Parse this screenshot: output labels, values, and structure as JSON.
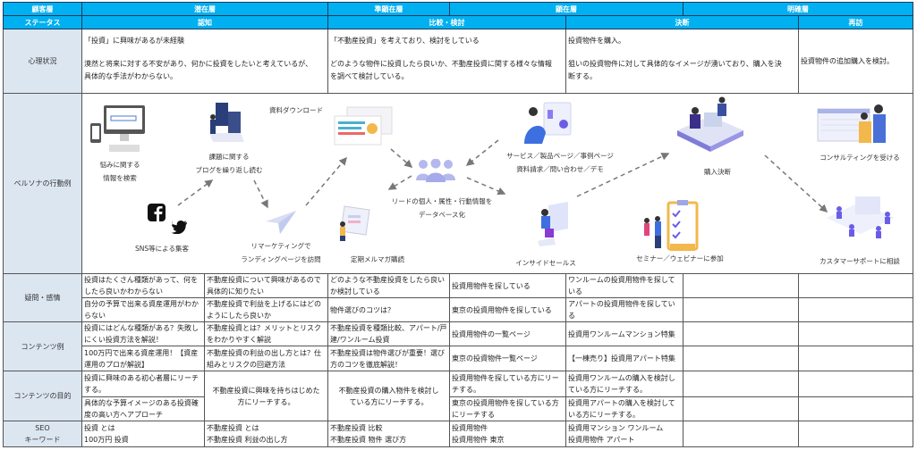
{
  "colors": {
    "header_bg": "#00b0f0",
    "header_text": "#ffffff",
    "label_bg": "#dce6f1",
    "arrow": "#777777"
  },
  "header": {
    "segment_label": "顧客層",
    "segments": [
      "潜在層",
      "準顕在層",
      "顕在層",
      "明確層"
    ],
    "status_label": "ステータス",
    "statuses": [
      "認知",
      "比較・検討",
      "決断",
      "再訪"
    ]
  },
  "psychology": {
    "label": "心理状況",
    "cells": [
      {
        "line1": "「投資」に興味があるが未経験",
        "line2": "漠然と将来に対する不安があり、何かに投資をしたいと考えているが、",
        "line3": "具体的な手法がわからない。"
      },
      {
        "line1": "「不動産投資」を考えており、検討をしている",
        "line2": "どのような物件に投資したら良いか、不動産投資に関する様々な情報",
        "line3": "を調べて検討している。"
      },
      {
        "line1": "投資物件を購入。",
        "line2": "狙いの投資物件に対して具体的なイメージが湧いており、購入を決",
        "line3": "断する。"
      },
      {
        "line1": "投資物件の追加購入を検討。"
      }
    ]
  },
  "persona": {
    "label": "ペルソナの行動例",
    "steps": {
      "search": [
        "悩みに関する",
        "情報を検索"
      ],
      "blog": [
        "課題に関する",
        "ブログを繰り返し読む"
      ],
      "download": "資料ダウンロード",
      "sns": "SNS等による集客",
      "remarketing": [
        "リマーケティングで",
        "ランディングページを訪問"
      ],
      "newsletter": "定期メルマガ購読",
      "database": [
        "リードの個人・属性・行動情報を",
        "データベース化"
      ],
      "service": [
        "サービス／製品ページ／事例ページ",
        "資料請求／問い合わせ／デモ"
      ],
      "inside_sales": "インサイドセールス",
      "purchase": "購入決断",
      "seminar": "セミナー／ウェビナーに参加",
      "consulting": "コンサルティングを受ける",
      "support": "カスタマーサポートに相談"
    },
    "icons": [
      "monitor-search-icon",
      "blog-reading-icon",
      "document-download-icon",
      "facebook-icon",
      "twitter-icon",
      "paper-plane-icon",
      "newsletter-icon",
      "people-group-icon",
      "service-page-icon",
      "inside-sales-icon",
      "purchase-meeting-icon",
      "seminar-clipboard-icon",
      "consulting-icon",
      "customer-support-icon"
    ]
  },
  "doubts": {
    "label": "疑問・感情",
    "rows": [
      [
        "投資はたくさん種類があって、何をしたら良いかわからない",
        "不動産投資について興味があるので具体的に知りたい",
        "どのような不動産投資をしたら良いか検討している",
        "投資用物件を探している",
        "ワンルームの投資用物件を探している",
        "",
        ""
      ],
      [
        "自分の予算で出来る資産運用がわからない",
        "不動産投資で利益を上げるにはどのようにしたら良いか",
        "物件選びのコツは？",
        "東京の投資用物件を探している",
        "アパートの投資用物件を探している",
        "",
        ""
      ]
    ]
  },
  "content_examples": {
    "label": "コンテンツ例",
    "rows": [
      [
        "投資にはどんな種類がある？失敗しにくい投資方法を解説！",
        "不動産投資とは？メリットとリスクをわかりやすく解説",
        "不動産投資を種類比較、アパート/戸建/ワンルーム投資",
        "投資用物件の一覧ページ",
        "投資用ワンルームマンション特集",
        "",
        ""
      ],
      [
        "100万円で出来る資産運用！【資産運用のプロが解説】",
        "不動産投資の利益の出し方とは？仕組みとリスクの回避方法",
        "不動産投資は物件選びが重要！選び方のコツを徹底解説！",
        "東京の投資物件一覧ページ",
        "【一棟売り】投資用アパート特集",
        "",
        ""
      ]
    ]
  },
  "content_goals": {
    "label": "コンテンツの目的",
    "rows": [
      [
        "投資に興味のある初心者層にリーチする。",
        "不動産投資に興味を持ちはじめた方にリーチする。",
        "不動産投資の購入物件を検討している方にリーチする。",
        "投資用物件を探している方にリーチする。",
        "投資用ワンルームの購入を検討している方にリーチする。",
        "",
        ""
      ],
      [
        "具体的な予算イメージのある投資確度の高い方へアプローチ",
        "",
        "",
        "東京の投資用物件を探している方にリーチする",
        "投資用アパートの購入を検討している方にリーチする。",
        "",
        ""
      ]
    ]
  },
  "seo": {
    "label_line1": "SEO",
    "label_line2": "キーワード",
    "cells": [
      [
        "投資 とは",
        "100万円 投資"
      ],
      [
        "不動産投資 とは",
        "不動産投資 利益の出し方"
      ],
      [
        "不動産投資 比較",
        "不動産投資 物件 選び方"
      ],
      [
        "投資用物件",
        "投資用物件 東京"
      ],
      [
        "投資用マンション ワンルーム",
        "投資用物件 アパート"
      ],
      [
        "",
        ""
      ],
      [
        "",
        ""
      ]
    ]
  }
}
